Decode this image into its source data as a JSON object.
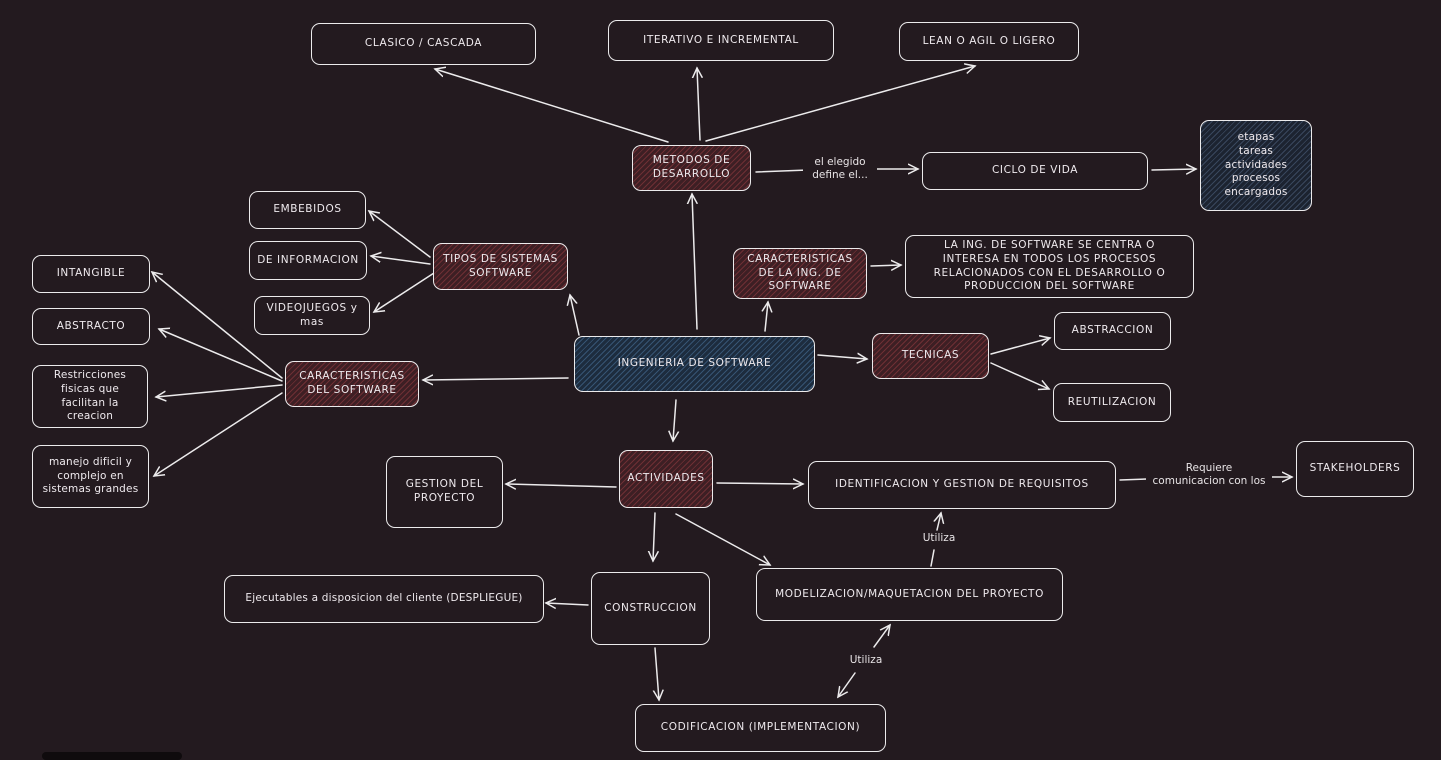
{
  "nodes": {
    "clasico": "CLASICO / CASCADA",
    "iterativo": "ITERATIVO E INCREMENTAL",
    "lean": "LEAN O AGIL O LIGERO",
    "metodos": "METODOS DE\nDESARROLLO",
    "ciclo": "CICLO DE VIDA",
    "etapas": "etapas\ntareas\nactividades\nprocesos\nencargados",
    "embebidos": "EMBEBIDOS",
    "deinformacion": "DE INFORMACION",
    "videojuegos": "VIDEOJUEGOS y\nmas",
    "tipos": "TIPOS DE SISTEMAS\nSOFTWARE",
    "caracteristicas_ing": "CARACTERISTICAS\nDE LA ING. DE\nSOFTWARE",
    "centra": "LA ING. DE SOFTWARE SE CENTRA O\nINTERESA EN TODOS LOS PROCESOS\nRELACIONADOS CON EL DESARROLLO O\nPRODUCCION DEL SOFTWARE",
    "intangible": "INTANGIBLE",
    "abstracto": "ABSTRACTO",
    "restricciones": "Restricciones\nfisicas que\nfacilitan la\ncreacion",
    "manejo": "manejo dificil y\ncomplejo en\nsistemas grandes",
    "caracteristicas_sw": "CARACTERISTICAS\nDEL SOFTWARE",
    "ingenieria": "INGENIERIA DE SOFTWARE",
    "tecnicas": "TECNICAS",
    "abstraccion": "ABSTRACCION",
    "reutilizacion": "REUTILIZACION",
    "gestion": "GESTION DEL\nPROYECTO",
    "actividades": "ACTIVIDADES",
    "identificacion": "IDENTIFICACION Y GESTION DE REQUISITOS",
    "stakeholders": "STAKEHOLDERS",
    "ejecutables": "Ejecutables a disposicion del cliente (DESPLIEGUE)",
    "construccion": "CONSTRUCCION",
    "modelizacion": "MODELIZACION/MAQUETACION DEL PROYECTO",
    "codificacion": "CODIFICACION (IMPLEMENTACION)"
  },
  "edge_labels": {
    "elegido": "el elegido\ndefine el...",
    "requiere": "Requiere\ncomunicacion con los",
    "utiliza_1": "Utiliza",
    "utiliza_2": "Utiliza"
  },
  "colors": {
    "background": "#231a1f",
    "stroke": "#ecebec",
    "accent_red": "#3d1f24",
    "accent_blue": "#1d2c3e"
  }
}
